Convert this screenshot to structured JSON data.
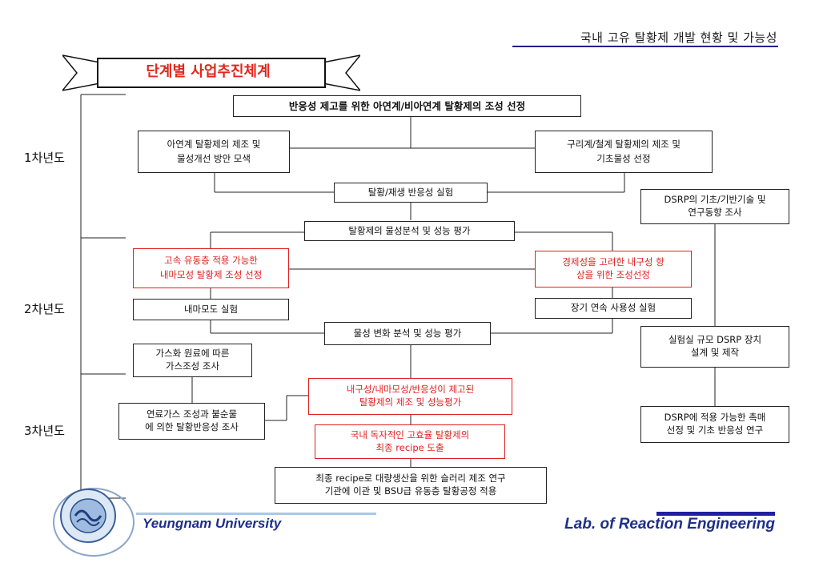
{
  "header": {
    "title": "국내 고유  탈황제 개발 현황 및 가능성"
  },
  "banner": {
    "title": "단계별 사업추진체계"
  },
  "years": [
    "1차년도",
    "2차년도",
    "3차년도"
  ],
  "nodes": {
    "top": "반응성 제고를 위한 아연계/비아연계 탈황제의 조성 선정",
    "zinc": [
      "아연계 탈황제의 제조 및",
      "물성개선 방안 모색"
    ],
    "copper": [
      "구리계/철계 탈황제의 제조 및",
      "기초물성 선정"
    ],
    "regen": "탈황/재생 반응성 실험",
    "eval1": "탈황제의 물성분석 및 성능 평가",
    "highspeed": [
      "고속 유동층 적용 가능한",
      "내마모성 탈황제 조성 선정"
    ],
    "economic": [
      "경제성을 고려한 내구성 향",
      "상을 위한 조성선정"
    ],
    "wear": "내마모도 실험",
    "longterm": "장기 연속 사용성 실험",
    "eval2": "물성 변화 분석 및 성능 평가",
    "gasify": [
      "가스화 원료에 따른",
      "가스조성 조사"
    ],
    "improved": [
      "내구성/내마모성/반응성이 제고된",
      "탈황제의 제조 및 성능평가"
    ],
    "fuelgas": [
      "연료가스 조성과 불순물",
      "에 의한 탈황반응성 조사"
    ],
    "domestic": [
      "국내 독자적인 고효율 탈황제의",
      "최종 recipe 도출"
    ],
    "final": [
      "최종 recipe로 대량생산을 위한 슬러리 제조 연구",
      "기관에 이관 및 BSU급 유동층 탈황공정 적용"
    ],
    "dsrp1": [
      "DSRP의 기초/기반기술 및",
      "연구동향 조사"
    ],
    "dsrp2": [
      "실험실 규모 DSRP 장치",
      "설계 및 제작"
    ],
    "dsrp3": [
      "DSRP에 적용 가능한 촉매",
      "선정 및 기초 반응성 연구"
    ]
  },
  "footer": {
    "left": "Yeungnam  University",
    "right": "Lab. of Reaction Engineering"
  },
  "logo": {
    "icon": "university-seal"
  },
  "colors": {
    "accent_red": "#e02020",
    "brand_blue": "#1e2f8a"
  }
}
